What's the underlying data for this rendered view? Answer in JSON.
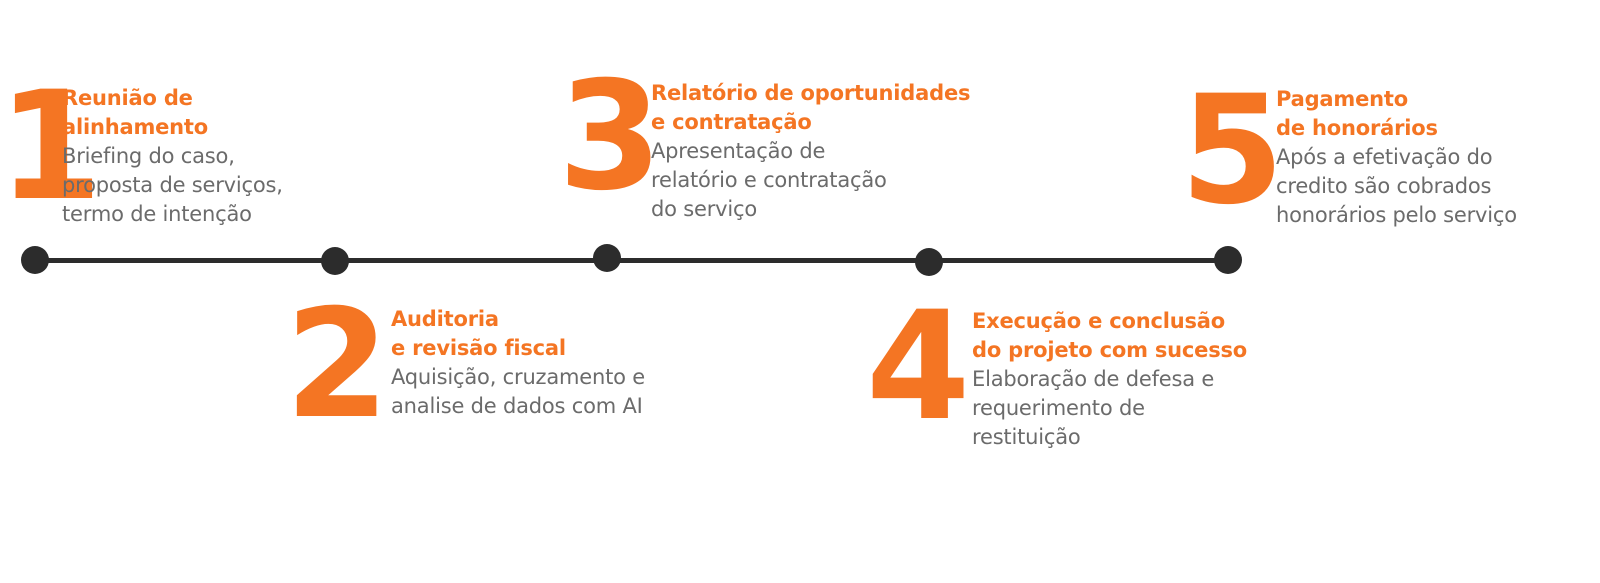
{
  "accent_color": "#f47523",
  "line_color": "#2c2c2c",
  "text_color": "#6b6b6b",
  "steps": [
    {
      "number": "1",
      "title": "Reunião de\nalinhamento",
      "description": "Briefing do caso,\nproposta de serviços,\ntermo de intenção"
    },
    {
      "number": "2",
      "title": "Auditoria\ne revisão fiscal",
      "description": "Aquisição, cruzamento e\nanalise de dados com AI"
    },
    {
      "number": "3",
      "title": "Relatório de oportunidades\ne contratação",
      "description": "Apresentação de\nrelatório e contratação\ndo serviço"
    },
    {
      "number": "4",
      "title": "Execução e conclusão\ndo projeto com sucesso",
      "description": "Elaboração de defesa e\nrequerimento de\nrestituição"
    },
    {
      "number": "5",
      "title": "Pagamento\nde honorários",
      "description": "Após a efetivação do\ncredito são cobrados\nhonorários pelo serviço"
    }
  ]
}
